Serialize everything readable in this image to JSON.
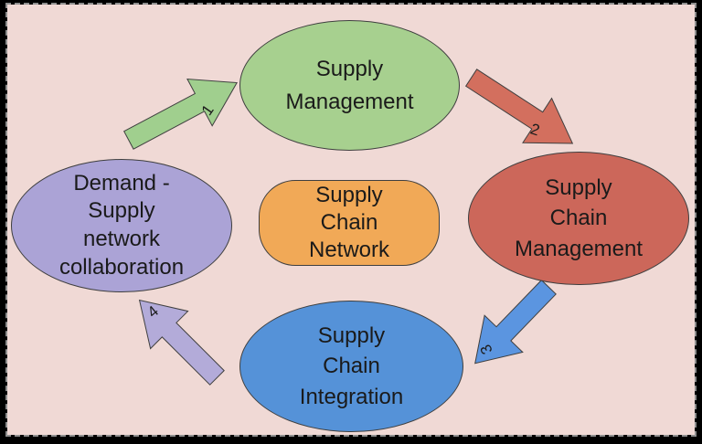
{
  "frame": {
    "color": "#000000",
    "marquee_color": "#8f8f8f"
  },
  "canvas": {
    "background": "#f0d9d5",
    "outline_color": "#3f3f3f",
    "text_color": "#1a1a1a"
  },
  "nodes": [
    {
      "id": "supply-management",
      "shape": "ellipse",
      "fill": "#a7d08f",
      "lines": [
        "Supply",
        "Management"
      ]
    },
    {
      "id": "supply-chain-management",
      "shape": "ellipse",
      "fill": "#cc675a",
      "lines": [
        "Supply",
        "Chain",
        "Management"
      ]
    },
    {
      "id": "supply-chain-integration",
      "shape": "ellipse",
      "fill": "#5592d8",
      "lines": [
        "Supply",
        "Chain",
        "Integration"
      ]
    },
    {
      "id": "demand-supply-network-collaboration",
      "shape": "ellipse",
      "fill": "#aba3d6",
      "lines": [
        "Demand -",
        "Supply",
        "network",
        "collaboration"
      ]
    }
  ],
  "center_node": {
    "id": "supply-chain-network",
    "shape": "rounded-rect",
    "fill": "#f1a957",
    "lines": [
      "Supply",
      "Chain",
      "Network"
    ]
  },
  "arrows": [
    {
      "number": "1",
      "fill": "#a0cf8e",
      "from": "demand-supply-network-collaboration",
      "to": "supply-management"
    },
    {
      "number": "2",
      "fill": "#d36f5e",
      "from": "supply-management",
      "to": "supply-chain-management"
    },
    {
      "number": "3",
      "fill": "#5b95e0",
      "from": "supply-chain-management",
      "to": "supply-chain-integration"
    },
    {
      "number": "4",
      "fill": "#b3abd9",
      "from": "supply-chain-integration",
      "to": "demand-supply-network-collaboration"
    }
  ]
}
